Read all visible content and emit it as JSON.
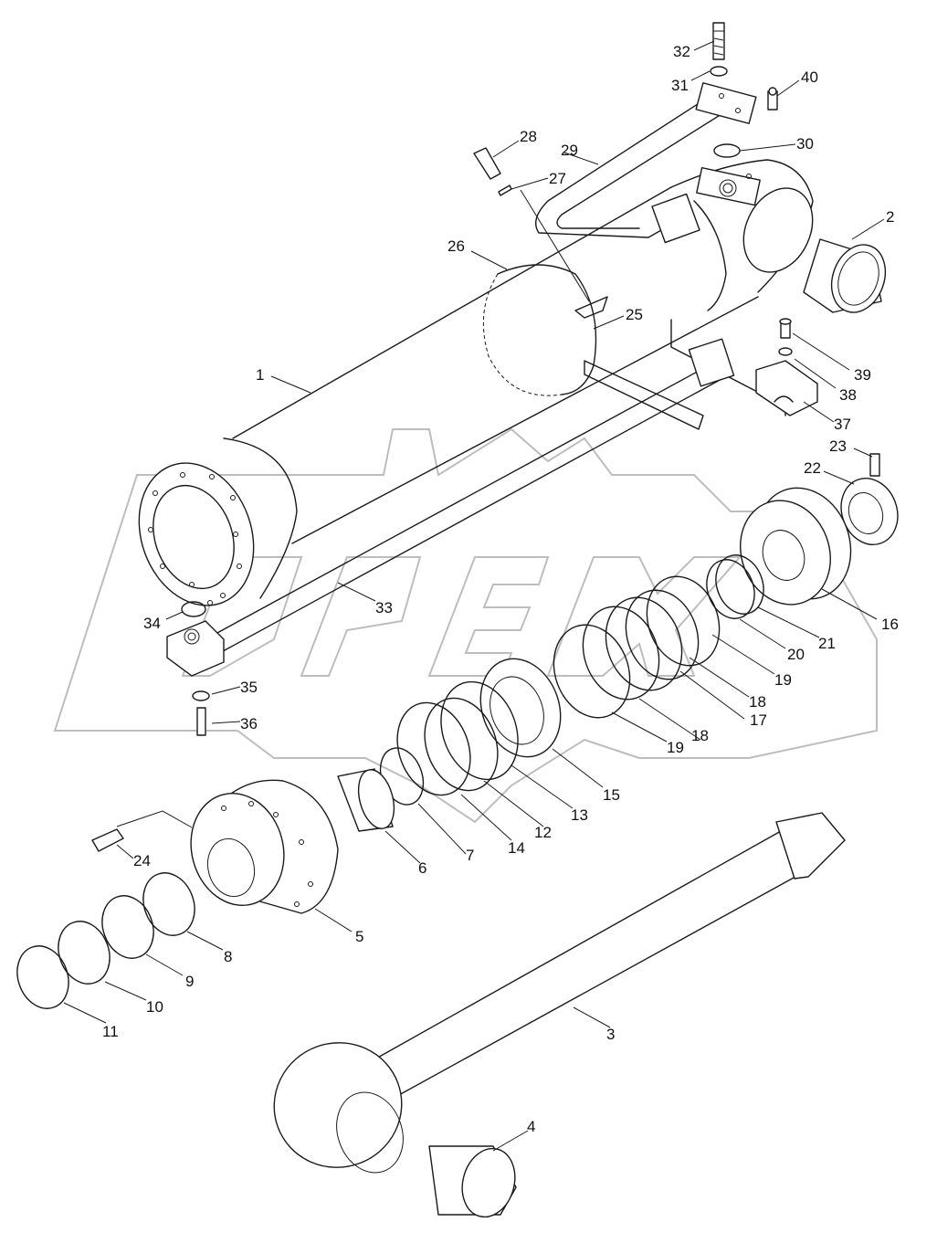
{
  "diagram": {
    "watermark": "OPEX",
    "callouts": [
      {
        "id": "c1",
        "text": "1"
      },
      {
        "id": "c2",
        "text": "2"
      },
      {
        "id": "c3",
        "text": "3"
      },
      {
        "id": "c4",
        "text": "4"
      },
      {
        "id": "c5",
        "text": "5"
      },
      {
        "id": "c6",
        "text": "6"
      },
      {
        "id": "c7",
        "text": "7"
      },
      {
        "id": "c8",
        "text": "8"
      },
      {
        "id": "c9",
        "text": "9"
      },
      {
        "id": "c10",
        "text": "10"
      },
      {
        "id": "c11",
        "text": "11"
      },
      {
        "id": "c12",
        "text": "12"
      },
      {
        "id": "c13",
        "text": "13"
      },
      {
        "id": "c14",
        "text": "14"
      },
      {
        "id": "c15",
        "text": "15"
      },
      {
        "id": "c16",
        "text": "16"
      },
      {
        "id": "c17",
        "text": "17"
      },
      {
        "id": "c18a",
        "text": "18"
      },
      {
        "id": "c18b",
        "text": "18"
      },
      {
        "id": "c19a",
        "text": "19"
      },
      {
        "id": "c19b",
        "text": "19"
      },
      {
        "id": "c20",
        "text": "20"
      },
      {
        "id": "c21",
        "text": "21"
      },
      {
        "id": "c22",
        "text": "22"
      },
      {
        "id": "c23",
        "text": "23"
      },
      {
        "id": "c24",
        "text": "24"
      },
      {
        "id": "c25",
        "text": "25"
      },
      {
        "id": "c26",
        "text": "26"
      },
      {
        "id": "c27",
        "text": "27"
      },
      {
        "id": "c28",
        "text": "28"
      },
      {
        "id": "c29",
        "text": "29"
      },
      {
        "id": "c30",
        "text": "30"
      },
      {
        "id": "c31",
        "text": "31"
      },
      {
        "id": "c32",
        "text": "32"
      },
      {
        "id": "c33",
        "text": "33"
      },
      {
        "id": "c34",
        "text": "34"
      },
      {
        "id": "c35",
        "text": "35"
      },
      {
        "id": "c36",
        "text": "36"
      },
      {
        "id": "c37",
        "text": "37"
      },
      {
        "id": "c38",
        "text": "38"
      },
      {
        "id": "c39",
        "text": "39"
      },
      {
        "id": "c40",
        "text": "40"
      }
    ]
  }
}
